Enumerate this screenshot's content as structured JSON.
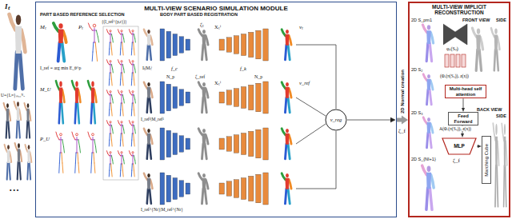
{
  "diagram": {
    "nodes": [
      {
        "text": [
          "MULTI-VIEW SCENARIO SIMULATION MODULE"
        ]
      },
      {
        "text": [
          "v_reg"
        ],
        "in": 0
      },
      {
        "text": [
          "MULTI-VIEW IMPLICIT RECONSTRUCTION"
        ]
      },
      {
        "text": [
          "Multi-head self attention"
        ],
        "in": 2
      },
      {
        "text": [
          "Feed Forward"
        ],
        "in": 2
      },
      {
        "text": [
          "MLP"
        ],
        "in": 2
      },
      {
        "text": [
          "Marching Cube"
        ],
        "in": 2
      }
    ],
    "edges": [
      {
        "from": 0,
        "to": 2,
        "arrow": "to",
        "label": "2D Normal creation"
      },
      {
        "from": 3,
        "to": 4,
        "arrow": "to"
      },
      {
        "from": 4,
        "to": 5,
        "arrow": "to"
      },
      {
        "from": 5,
        "to": 6,
        "arrow": "to"
      }
    ],
    "labels": [
      "Iₜ",
      "U={Iᵤᵐ}ₘ₌₁ᴺᵤ",
      "• • •",
      "PART BASED REFERENCE SELECTION",
      "BODY PART BASED REGISTRATION",
      "Mₜ",
      "Pₜ",
      "{(I_ref^{p,r})}",
      "I_ref = arg min E_θ^p",
      "M_U",
      "P_U",
      "ζₜ",
      "Iₜ|Mₜⁱ",
      "Xₜⁱ",
      "f_c",
      "f_k",
      "vₜ",
      "N_p",
      "ζ_ref",
      "Xₜⁱ",
      "N_p",
      "v_ref",
      "I_ref¹|M_ref¹",
      "I_ref^{Nr}|M_ref^{Nr}",
      "ζ_f",
      "2D S_pm1",
      "2D S₂",
      "2D S₃",
      "2D S_{NI+1}",
      "FRONT VIEW",
      "SIDE",
      "BACK VIEW",
      "SIDE",
      "φₙ(Sₙ)",
      "(Φₑ(π(Sₙ)), z(x))",
      "A(Φₑ(π(Sₙ)), z(x))",
      "ζ_f"
    ]
  }
}
